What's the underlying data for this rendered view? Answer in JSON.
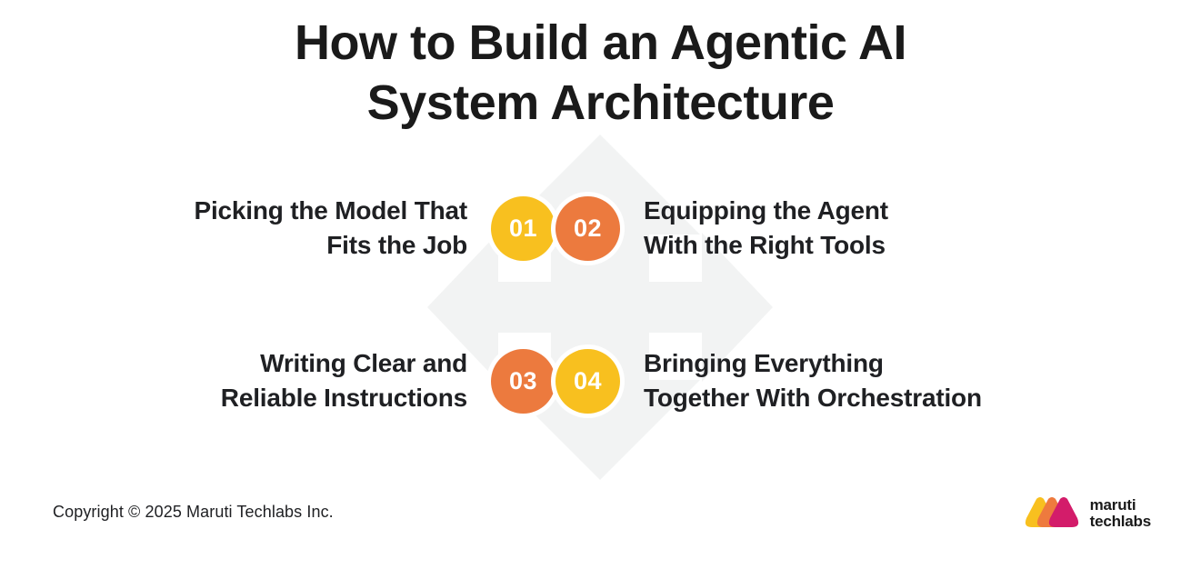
{
  "page": {
    "title": "How to Build an Agentic AI\nSystem Architecture",
    "background_color": "#FFFFFF"
  },
  "theme": {
    "yellow": "#F8C01F",
    "orange": "#EC7A3E",
    "magenta": "#D31C6A",
    "text_dark": "#1F2023",
    "watermark_gray": "#F2F3F3"
  },
  "watermark": {
    "icon": "four-way-arrow-icon",
    "color": "#F2F3F3"
  },
  "steps": [
    {
      "number": "01",
      "label": "Picking the Model That\nFits the Job",
      "color": "#F8C01F",
      "side": "left"
    },
    {
      "number": "02",
      "label": "Equipping the Agent\nWith the Right Tools",
      "color": "#EC7A3E",
      "side": "right"
    },
    {
      "number": "03",
      "label": "Writing Clear and\nReliable Instructions",
      "color": "#EC7A3E",
      "side": "left"
    },
    {
      "number": "04",
      "label": "Bringing Everything\nTogether With Orchestration",
      "color": "#F8C01F",
      "side": "right"
    }
  ],
  "footer": {
    "copyright": "Copyright © 2025 Maruti Techlabs Inc.",
    "logo": {
      "text": "maruti\ntechlabs",
      "mark_colors": [
        "#F8C01F",
        "#EE7A3E",
        "#D31C6A"
      ]
    }
  }
}
